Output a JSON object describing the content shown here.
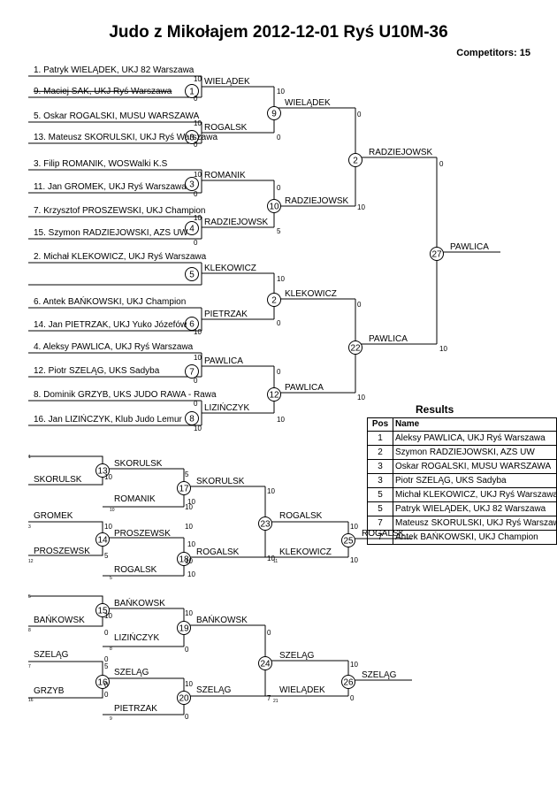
{
  "title": "Judo z Mikołajem  2012-12-01  Ryś   U10M-36",
  "competitors": "Competitors: 15",
  "entrants": [
    "1. Patryk WIELĄDEK, UKJ 82 Warszawa",
    "9. Maciej SAK, UKJ Ryś Warszawa",
    "5. Oskar ROGALSKI, MUSU WARSZAWA",
    "13. Mateusz SKORULSKI, UKJ Ryś Warszawa",
    "3. Filip ROMANIK, WOSWalki K.S",
    "11. Jan GROMEK, UKJ Ryś Warszawa",
    "7. Krzysztof PROSZEWSKI, UKJ Champion",
    "15. Szymon RADZIEJOWSKI, AZS UW",
    "2. Michał KLEKOWICZ, UKJ Ryś Warszawa",
    "6. Antek BAŃKOWSKI, UKJ Champion",
    "14. Jan PIETRZAK, UKJ Yuko Józefów",
    "4. Aleksy PAWLICA, UKJ Ryś Warszawa",
    "12. Piotr SZELĄG, UKS Sadyba",
    "8. Dominik GRZYB, UKS JUDO RAWA - Rawa",
    "16. Jan LIZIŃCZYK, Klub Judo Lemur"
  ],
  "match_numbers": [
    "1",
    "9",
    "5",
    "3",
    "10",
    "4",
    "5",
    "11",
    "6",
    "2",
    "7",
    "12",
    "8",
    "27",
    "22",
    "13",
    "17",
    "14",
    "18",
    "23",
    "25",
    "15",
    "19",
    "16",
    "20",
    "24",
    "26"
  ],
  "winner_labels": [
    "WIELĄDEK",
    "ROGALSK",
    "WIELĄDEK",
    "ROMANIK",
    "RADZIEJOWSK",
    "RADZIEJOWSK",
    "RADZIEJOWSK",
    "KLEKOWICZ",
    "PIETRZAK",
    "KLEKOWICZ",
    "PAWLICA",
    "LIZIŃCZYK",
    "PAWLICA",
    "PAWLICA",
    "PAWLICA",
    "SKORULSK",
    "SKORULSK",
    "ROMANIK",
    "SKORULSK",
    "GROMEK",
    "PROSZEWSK",
    "PROSZEWSK",
    "ROGALSK",
    "ROGALSK",
    "ROGALSK",
    "KLEKOWICZ",
    "ROGALSK",
    "BAŃKOWSK",
    "BAŃKOWSK",
    "LIZIŃCZYK",
    "BAŃKOWSK",
    "SZELĄG",
    "GRZYB",
    "SZELĄG",
    "PIETRZAK",
    "SZELĄG",
    "SZELĄG",
    "WIELĄDEK",
    "SZELĄG"
  ],
  "scores": [
    "10",
    "0",
    "10",
    "0",
    "0",
    "10",
    "10",
    "0",
    "0",
    "10",
    "0",
    "5",
    "10",
    "0",
    "0",
    "0",
    "7",
    "10",
    "10",
    "0",
    "10",
    "0",
    "10",
    "0",
    "10",
    "0",
    "0",
    "10",
    "10",
    "0",
    "5",
    "0",
    "0",
    "10",
    "0",
    "10",
    "10",
    "0",
    "0",
    "10",
    "10",
    "0",
    "10",
    "0",
    "10",
    "0",
    "5",
    "0",
    "10",
    "0",
    "10",
    "0",
    "10",
    "0",
    "7",
    "10",
    "0"
  ],
  "small_numbers": [
    "1",
    "4",
    "10",
    "3",
    "6",
    "8",
    "12",
    "5",
    "7",
    "9",
    "11",
    "16",
    "21"
  ],
  "results": {
    "title": "Results",
    "headers": [
      "Pos",
      "Name"
    ],
    "rows": [
      {
        "pos": "1",
        "name": "Aleksy PAWLICA, UKJ Ryś Warszawa"
      },
      {
        "pos": "2",
        "name": "Szymon RADZIEJOWSKI, AZS UW"
      },
      {
        "pos": "3",
        "name": "Oskar ROGALSKI, MUSU WARSZAWA"
      },
      {
        "pos": "3",
        "name": "Piotr SZELĄG, UKS Sadyba"
      },
      {
        "pos": "5",
        "name": "Michał KLEKOWICZ, UKJ Ryś Warszawa"
      },
      {
        "pos": "5",
        "name": "Patryk WIELĄDEK, UKJ 82 Warszawa"
      },
      {
        "pos": "7",
        "name": "Mateusz SKORULSKI, UKJ Ryś Warszawa"
      },
      {
        "pos": "7",
        "name": "Antek BAŃKOWSKI, UKJ Champion"
      }
    ]
  }
}
